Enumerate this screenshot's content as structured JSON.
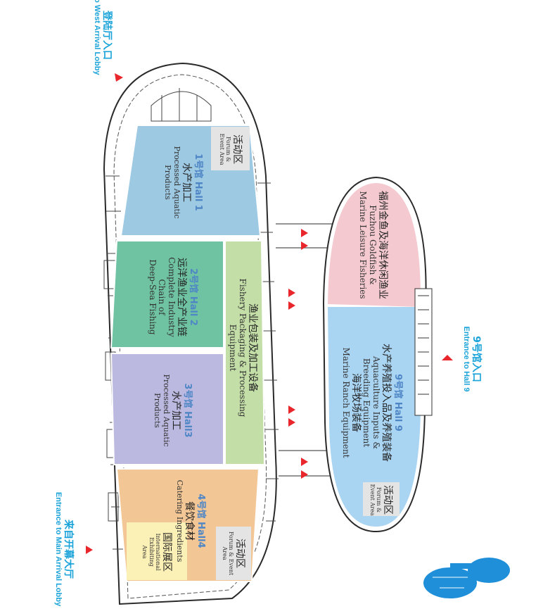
{
  "entrances": {
    "west": {
      "cn": "登陆厅入口",
      "en": "to West Arrival Lobby"
    },
    "main": {
      "cn": "来自开幕大厅",
      "en": "Entrance to Main Arrival Lobby"
    },
    "hall9": {
      "cn": "9号馆入口",
      "en": "Entrance to Hall 9"
    }
  },
  "halls": {
    "hall1": {
      "no": "1号馆 Hall 1",
      "cn": "水产加工",
      "en": "Processed Aquatic Products",
      "color": "#9dc9e3"
    },
    "hall2": {
      "no": "2号馆 Hall 2",
      "cn": "远洋渔业全产业链",
      "en1": "Complete Industry Chain of",
      "en2": "Deep-Sea Fishing",
      "color": "#6fc3a3"
    },
    "hall3": {
      "no": "3号馆 Hall3",
      "cn": "水产加工",
      "en": "Processed Aquatic Products",
      "color": "#bbb9e0"
    },
    "hall4": {
      "no": "4号馆 Hall4",
      "cn": "餐饮食材",
      "en": "Catering Ingredients",
      "color": "#f3c795"
    },
    "packaging": {
      "cn": "渔业包装及加工设备",
      "en": "Fishery Packaging & Processing Equipment",
      "color": "#c3dea7"
    },
    "intl": {
      "cn": "国际展区",
      "en1": "International Exhibiting",
      "en2": "Area",
      "color": "#fbf0b6"
    },
    "fuzhou": {
      "cn": "福州金鱼及海洋休闲渔业",
      "en1": "Fuzhou Goldfish &",
      "en2": "Marine Leisure Fisheries",
      "color": "#f4cad0"
    },
    "hall9": {
      "no": "9号馆 Hall 9",
      "cn": "水产养殖投入品及养殖装备",
      "en1": "Aquaculture Inputs &",
      "en2": "Breeding Equipment",
      "cn2": "海洋牧场装备",
      "en3": "Marine Ranch Equipment",
      "color": "#a9d4f2"
    }
  },
  "forums": {
    "cn": "活动区",
    "en": "Forum & Event Area",
    "color": "#e4e4e4"
  },
  "colors": {
    "outline": "#2a2a2a",
    "arrow": "#e8262b",
    "entrance_text": "#1aa3d9",
    "minimap": "#1e8fd8"
  }
}
